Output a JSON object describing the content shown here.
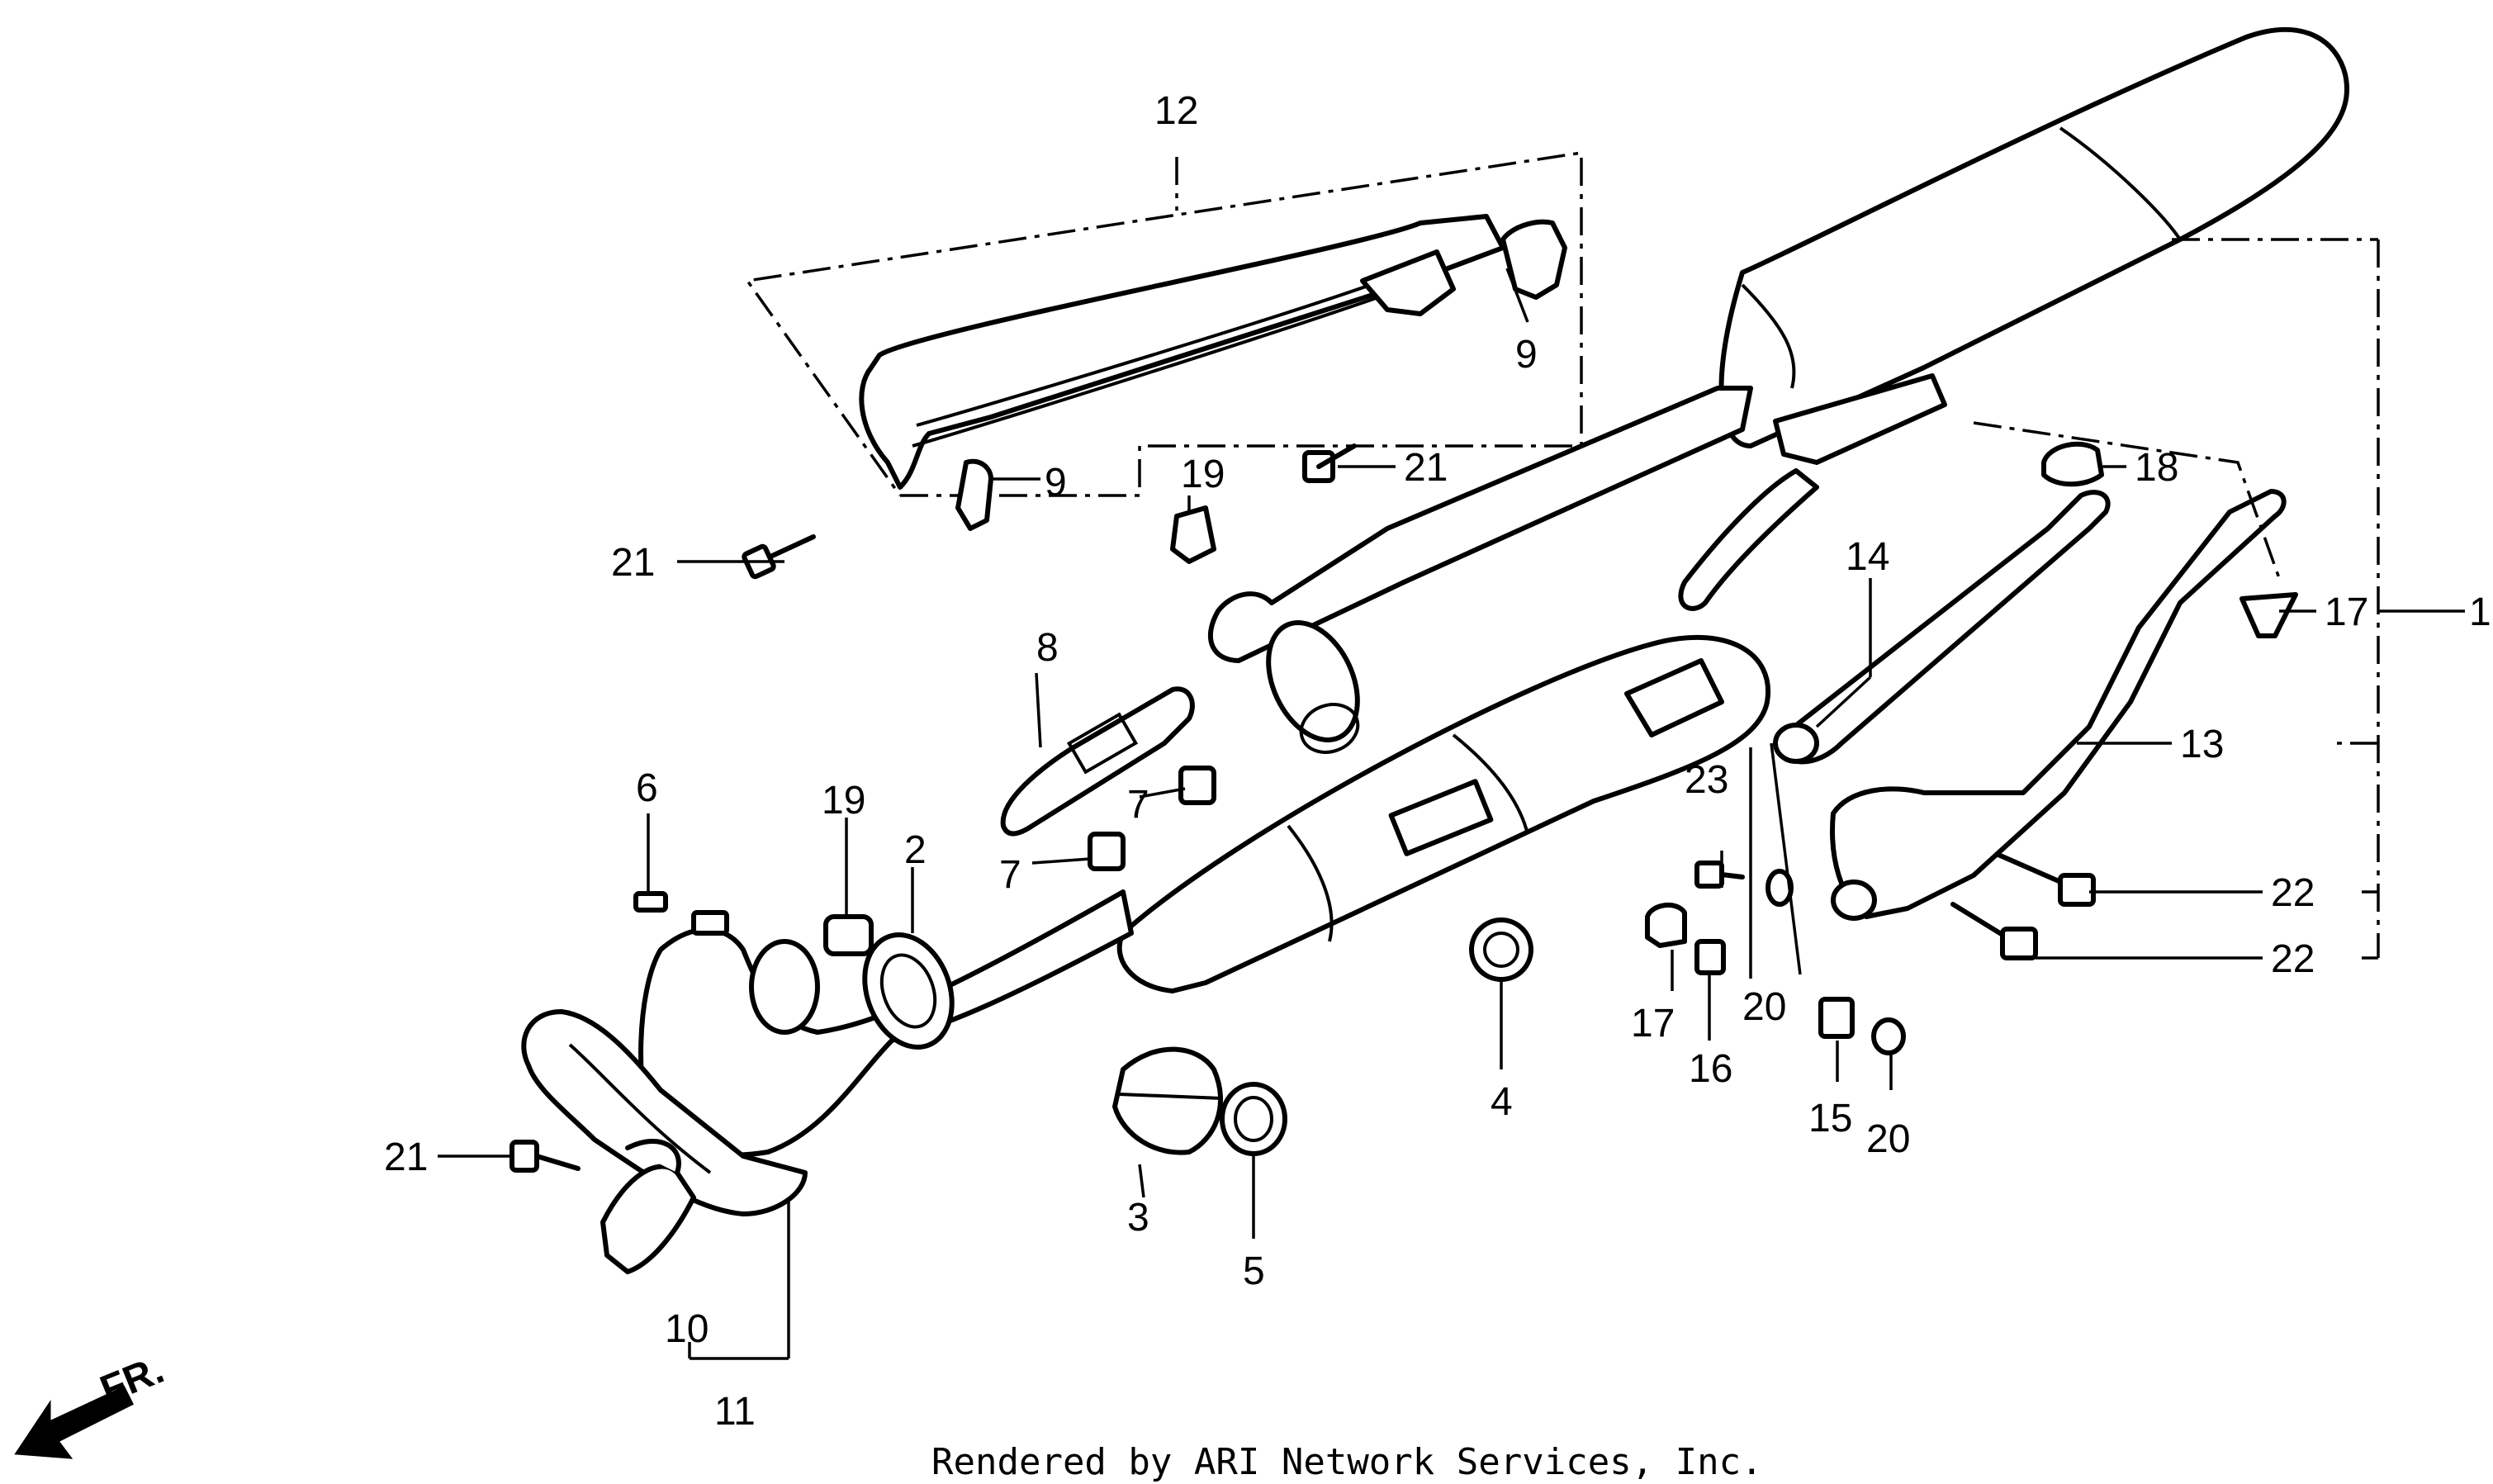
{
  "callouts": [
    "1",
    "2",
    "3",
    "4",
    "5",
    "6",
    "7",
    "7",
    "8",
    "9",
    "9",
    "10",
    "11",
    "12",
    "13",
    "14",
    "15",
    "16",
    "17",
    "17",
    "18",
    "19",
    "19",
    "20",
    "20",
    "21",
    "21",
    "21",
    "22",
    "22",
    "23"
  ],
  "direction_label": "FR.",
  "footer": "Rendered by ARI Network Services, Inc."
}
